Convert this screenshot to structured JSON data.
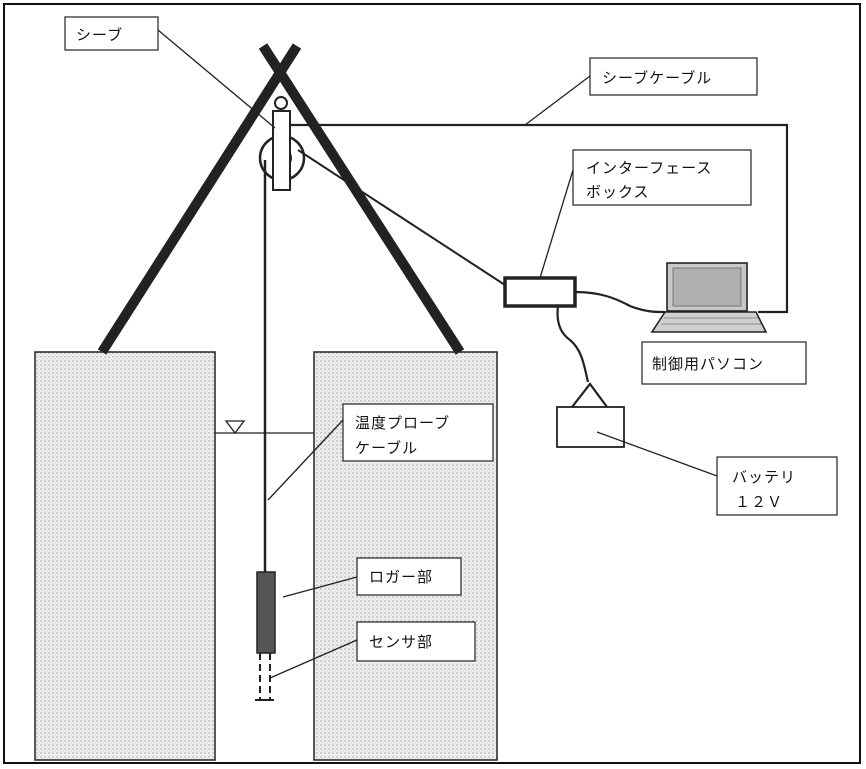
{
  "labels": {
    "sheave": "シーブ",
    "sheave_cable": "シーブケーブル",
    "interface_box_line1": "インターフェース",
    "interface_box_line2": "ボックス",
    "control_pc": "制御用パソコン",
    "temp_probe_cable_line1": "温度プローブ",
    "temp_probe_cable_line2": "ケーブル",
    "battery_line1": "バッテリ",
    "battery_line2": "１２Ｖ",
    "logger": "ロガー部",
    "sensor": "センサ部"
  }
}
